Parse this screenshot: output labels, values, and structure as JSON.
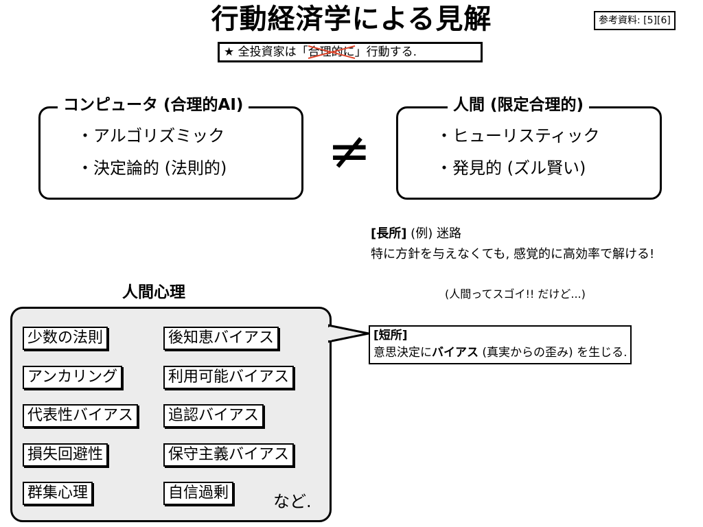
{
  "title": "行動経済学による見解",
  "reference": "参考資料: [5][6]",
  "subtitle": {
    "star": "★",
    "prefix": "全投資家は「",
    "struck": "合理的に",
    "suffix": "」行動する."
  },
  "computer": {
    "heading": "コンピュータ (合理的AI)",
    "items": [
      "・アルゴリズミック",
      "・決定論的 (法則的)"
    ]
  },
  "not_equal": "≠",
  "human": {
    "heading": "人間 (限定合理的)",
    "items": [
      "・ヒューリスティック",
      "・発見的 (ズル賢い)"
    ]
  },
  "pros": {
    "label": "[長所]",
    "example": " (例) 迷路",
    "text": "特に方針を与えなくても, 感覚的に高効率で解ける!"
  },
  "aside": "(人間ってスゴイ!! だけど...)",
  "psychology": {
    "title": "人間心理",
    "left_items": [
      "少数の法則",
      "アンカリング",
      "代表性バイアス",
      "損失回避性",
      "群集心理"
    ],
    "right_items": [
      "後知恵バイアス",
      "利用可能バイアス",
      "追認バイアス",
      "保守主義バイアス",
      "自信過剰"
    ],
    "etc": "など."
  },
  "cons": {
    "label": "[短所]",
    "text_before": "意思決定に",
    "bold": "バイアス",
    "text_after": " (真実からの歪み) を生じる."
  },
  "colors": {
    "strike": "#e0452a",
    "panel": "#ececec"
  }
}
